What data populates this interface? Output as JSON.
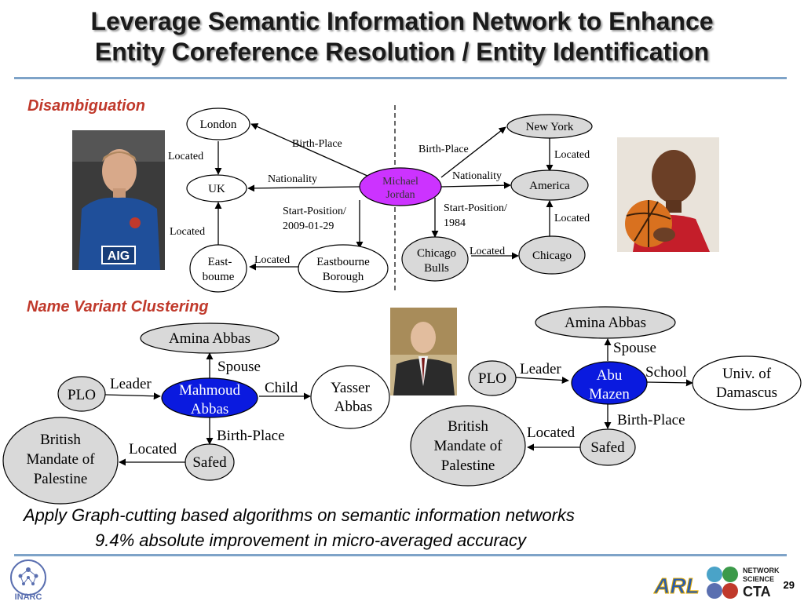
{
  "title_line1": "Leverage Semantic Information Network to Enhance",
  "title_line2": "Entity Coreference Resolution / Entity Identification",
  "section_disambiguation": "Disambiguation",
  "section_name_variant": "Name Variant Clustering",
  "caption_line1": "Apply Graph-cutting based algorithms on semantic information networks",
  "caption_line2": "9.4% absolute improvement in micro-averaged accuracy",
  "page_number": "29",
  "logos": {
    "inarc": "INARC",
    "arl": "ARL",
    "ns_network": "NETWORK",
    "ns_science": "SCIENCE",
    "ns_cta": "CTA"
  },
  "colors": {
    "highlight_node": "#0a1adf",
    "mj_node": "#cc33ff",
    "gray_node": "#d9d9d9",
    "section_red": "#c0392b",
    "rule_blue": "#7ea3c8"
  },
  "disambiguation": {
    "nodes": {
      "london": "London",
      "uk": "UK",
      "eastbourne_1": "East-",
      "eastbourne_2": "boume",
      "eastbourne_borough_1": "Eastbourne",
      "eastbourne_borough_2": "Borough",
      "mj_1": "Michael",
      "mj_2": "Jordan",
      "newyork": "New York",
      "america": "America",
      "chicago_bulls_1": "Chicago",
      "chicago_bulls_2": "Bulls",
      "chicago": "Chicago"
    },
    "edges": {
      "located_london_uk": "Located",
      "birthplace_left": "Birth-Place",
      "nationality_left": "Nationality",
      "startpos_left_1": "Start-Position/",
      "startpos_left_2": "2009-01-29",
      "located_east_uk": "Located",
      "located_borough_east": "Located",
      "birthplace_right": "Birth-Place",
      "nationality_right": "Nationality",
      "located_ny_america": "Located",
      "startpos_right_1": "Start-Position/",
      "startpos_right_2": "1984",
      "located_bulls_chicago": "Located",
      "located_chicago_america": "Located"
    }
  },
  "name_variant": {
    "left": {
      "amina": "Amina Abbas",
      "plo": "PLO",
      "mahmoud_1": "Mahmoud",
      "mahmoud_2": "Abbas",
      "yasser_1": "Yasser",
      "yasser_2": "Abbas",
      "british_1": "British",
      "british_2": "Mandate of",
      "british_3": "Palestine",
      "safed": "Safed",
      "spouse": "Spouse",
      "leader": "Leader",
      "child": "Child",
      "birthplace": "Birth-Place",
      "located": "Located"
    },
    "right": {
      "amina": "Amina Abbas",
      "plo": "PLO",
      "abu_1": "Abu",
      "abu_2": "Mazen",
      "univ_1": "Univ. of",
      "univ_2": "Damascus",
      "british_1": "British",
      "british_2": "Mandate of",
      "british_3": "Palestine",
      "safed": "Safed",
      "spouse": "Spouse",
      "leader": "Leader",
      "school": "School",
      "birthplace": "Birth-Place",
      "located": "Located"
    }
  }
}
